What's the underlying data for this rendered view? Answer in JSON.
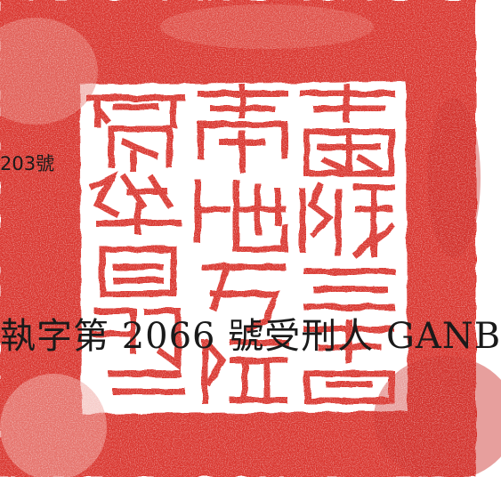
{
  "document": {
    "fragment_top": "203號",
    "fragment_main": "執字第 2066 號受刑人 GANB"
  },
  "seal": {
    "legend": "臺灣臺中地方法院印",
    "ink_color": "#d9342f",
    "paper_color": "#ffffff"
  }
}
